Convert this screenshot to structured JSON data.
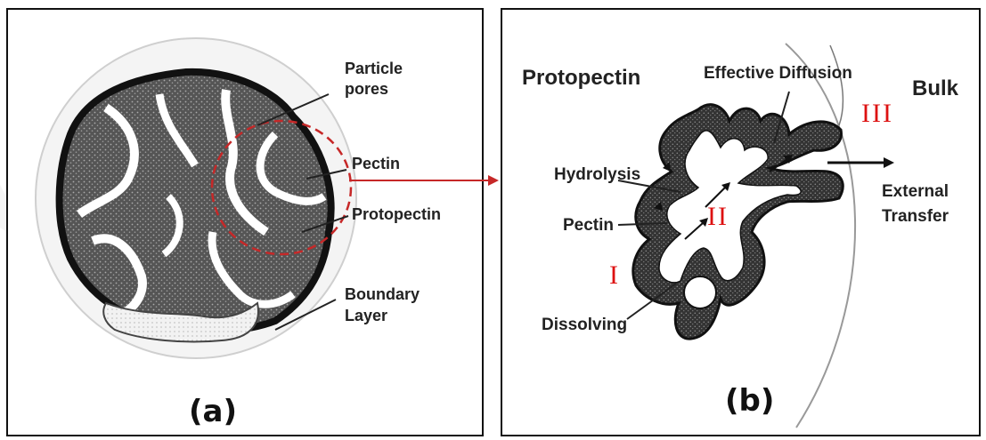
{
  "panel_a": {
    "labels": {
      "particle_pores_1": "Particle",
      "particle_pores_2": "pores",
      "pectin": "Pectin",
      "protopectin": "Protopectin",
      "boundary_layer_1": "Boundary",
      "boundary_layer_2": "Layer"
    },
    "caption": "(a)"
  },
  "panel_b": {
    "labels": {
      "protopectin": "Protopectin",
      "effective_diffusion": "Effective Diffusion",
      "bulk": "Bulk",
      "hydrolysis": "Hydrolysis",
      "pectin": "Pectin",
      "external_transfer_1": "External",
      "external_transfer_2": "Transfer",
      "dissolving": "Dissolving"
    },
    "stage_labels": {
      "stage_1": "I",
      "stage_2": "II",
      "stage_3": "III"
    },
    "caption": "(b)"
  },
  "colors": {
    "arrow": "#c62828",
    "stage": "#dd1111",
    "ink": "#111111"
  }
}
